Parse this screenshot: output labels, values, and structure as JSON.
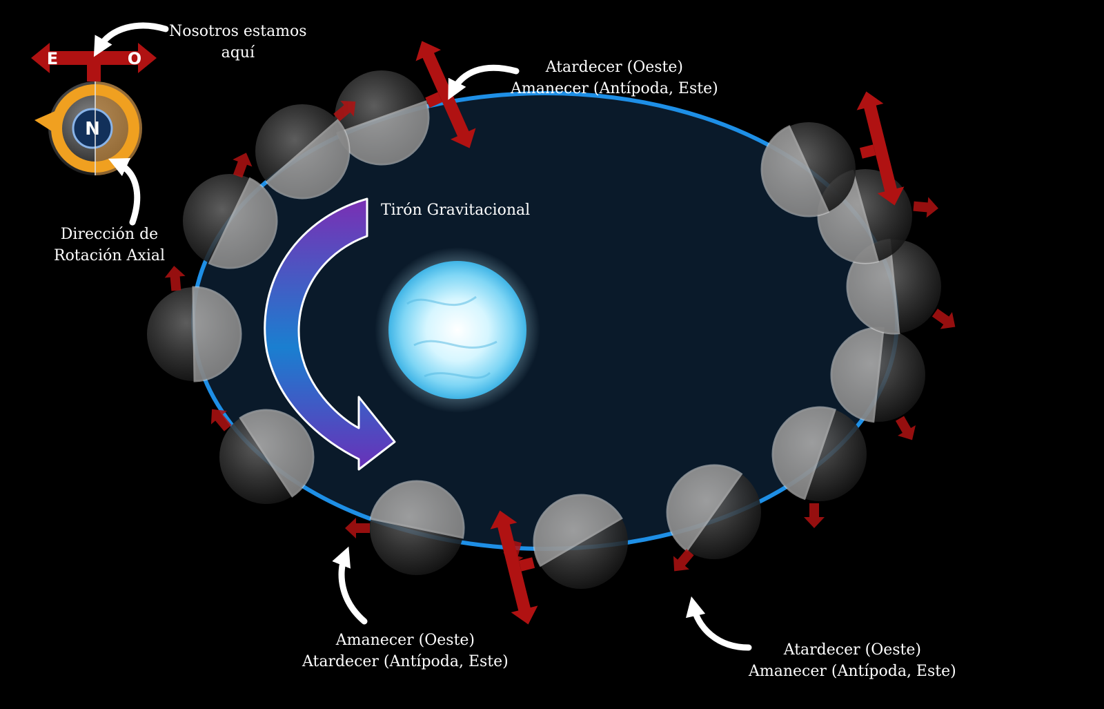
{
  "labels": {
    "nosotros": {
      "line1": "Nosotros estamos",
      "line2": "aquí"
    },
    "direccion": {
      "line1": "Dirección de",
      "line2": "Rotación Axial"
    },
    "tiron": "Tirón Gravitacional",
    "top_pair": {
      "line1": "Atardecer (Oeste)",
      "line2": "Amanecer (Antípoda, Este)"
    },
    "bottom_left_pair": {
      "line1": "Amanecer (Oeste)",
      "line2": "Atardecer (Antípoda, Este)"
    },
    "bottom_right_pair": {
      "line1": "Atardecer (Oeste)",
      "line2": "Amanecer (Antípoda, Este)"
    }
  },
  "compass": {
    "east": "E",
    "west": "O",
    "north": "N"
  },
  "colors": {
    "background": "#000000",
    "orbit_fill": "#0a1a2a",
    "orbit_stroke": "#1e8fe6",
    "arrow_red": "#b01212",
    "pull_arrow_top": "#7a2fb4",
    "pull_arrow_bottom": "#1a7fd0",
    "star_core": "#e8fbff",
    "star_glow": "#6fd0ff",
    "compass_ring": "#f0a020",
    "compass_center": "#12305a"
  }
}
